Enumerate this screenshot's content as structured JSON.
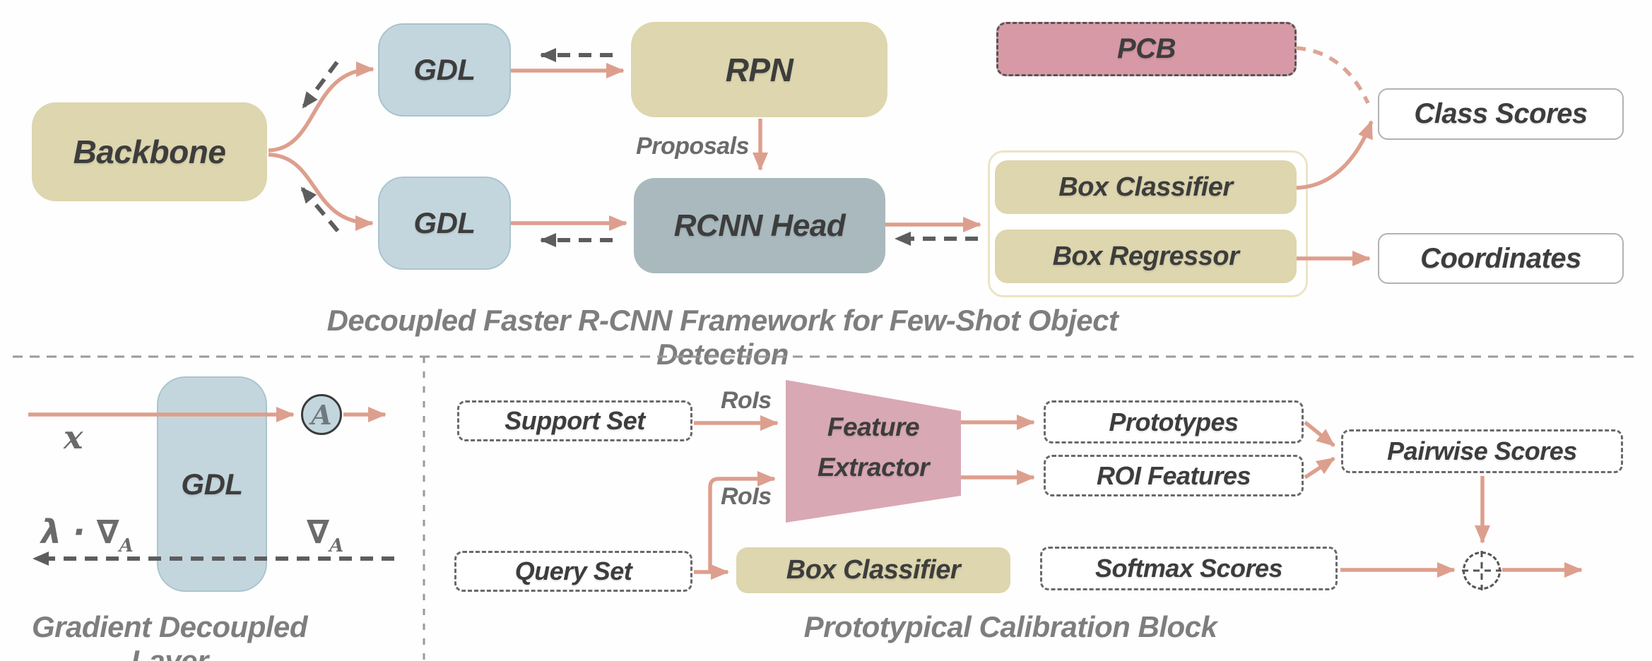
{
  "framework": {
    "caption": "Decoupled Faster R-CNN Framework for Few-Shot Object Detection",
    "nodes": {
      "backbone": "Backbone",
      "gdl_top": "GDL",
      "gdl_bottom": "GDL",
      "rpn": "RPN",
      "rcnn_head": "RCNN Head",
      "pcb": "PCB",
      "box_classifier": "Box Classifier",
      "box_regressor": "Box Regressor",
      "class_scores": "Class Scores",
      "coordinates": "Coordinates"
    },
    "labels": {
      "proposals": "Proposals"
    }
  },
  "gdl_block": {
    "caption": "Gradient Decoupled Layer",
    "node": "GDL",
    "labels": {
      "input": "x",
      "affine_symbol": "A",
      "grad_out": "λ · ∇",
      "grad_out_sub": "A",
      "grad_in": "∇",
      "grad_in_sub": "A"
    }
  },
  "pcb_block": {
    "caption": "Prototypical Calibration Block",
    "nodes": {
      "support_set": "Support Set",
      "query_set": "Query Set",
      "feature_extractor_line1": "Feature",
      "feature_extractor_line2": "Extractor",
      "box_classifier": "Box Classifier",
      "prototypes": "Prototypes",
      "roi_features": "ROI Features",
      "pairwise_scores": "Pairwise Scores",
      "softmax_scores": "Softmax Scores"
    },
    "labels": {
      "rois_support": "RoIs",
      "rois_query": "RoIs"
    }
  },
  "colors": {
    "tan": "#ddd6ae",
    "light_blue": "#c4d6dd",
    "gray_blue": "#a9b9be",
    "pink": "#d799a5",
    "trapezoid_pink": "#d9a8b5",
    "salmon_arrow": "#dd9f8d",
    "dark_dashed_arrow": "#5d5d5d",
    "text_dark": "#3d3d3d",
    "caption_gray": "#7e7e7e"
  }
}
